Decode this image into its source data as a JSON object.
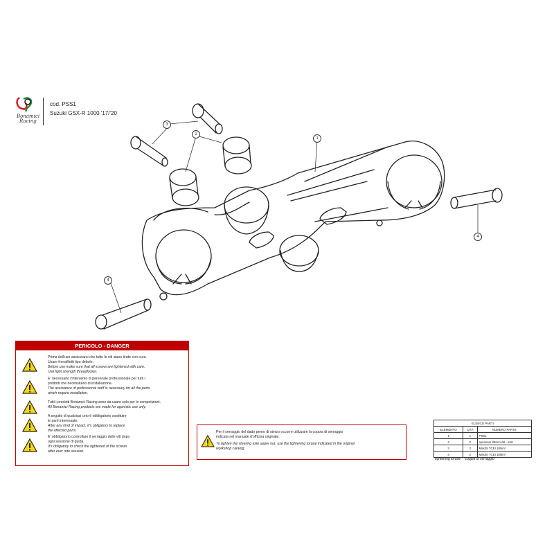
{
  "header": {
    "code": "cod. PSS1",
    "model": "Suzuki GSX-R 1000 '17/'20",
    "brand_name": "Bonamici",
    "brand_sub": "Racing"
  },
  "callouts": [
    "3",
    "2",
    "1",
    "4",
    "4"
  ],
  "danger": {
    "title": "PERICOLO - DANGER",
    "lines": [
      "Prima dell'uso assicurarsi che tutte le viti siano tirate con cura.",
      "Usare frenafiletti tipo debole.",
      "Before use make sure that all screws are tightened with care.",
      "Use light strength threadlocker.",
      "E' necessario l'intervento di personale professionale per tutti i",
      "prodotti che necessitano di installazione.",
      "The assistance of professional staff is necessary for all the parts",
      "which require installation.",
      "Tutti i prodotti Bonamici Racing sono da usare solo per le competizioni.",
      "All Bonamici Racing products are made for agonistic use only.",
      "A seguito di qualsiasi urto è obbligatorio sostituire",
      "le parti interessate.",
      "After any kind of impact, it's obligatory to replace",
      "the affected parts.",
      "E' obbligatorio controllare il serraggio delle viti dopo",
      "ogni sessione di guida.",
      "It's obligatory to check the tightened of the screws",
      "after ever ride session."
    ]
  },
  "torque": {
    "lines": [
      "Per il serraggio del dado perno di sterzo occorre utilizzare la coppia di serraggio",
      "indicata nel manuale d'officina originale.",
      "To tighten the steering axle upper nut, use the tightening torque indicated in the original",
      "workshop catalog."
    ]
  },
  "parts": {
    "title": "ELENCO PARTI",
    "headers": [
      "ELEMENTO",
      "QTÀ",
      "NUMERO PARTE"
    ],
    "rows": [
      [
        "1",
        "1",
        "PSS1"
      ],
      [
        "2",
        "2",
        "spessore 29mm ø8 - ø18"
      ],
      [
        "3",
        "2",
        "M8x35 TCEI 18Nm*"
      ],
      [
        "4",
        "2",
        "M8x40 TCEI 18Nm*"
      ]
    ],
    "note": "*tightening torque - *coppia di serraggio"
  },
  "colors": {
    "danger_red": "#c00000",
    "warning_yellow": "#f5d90a",
    "logo_red": "#d41a20",
    "logo_green": "#2f8a3a"
  }
}
